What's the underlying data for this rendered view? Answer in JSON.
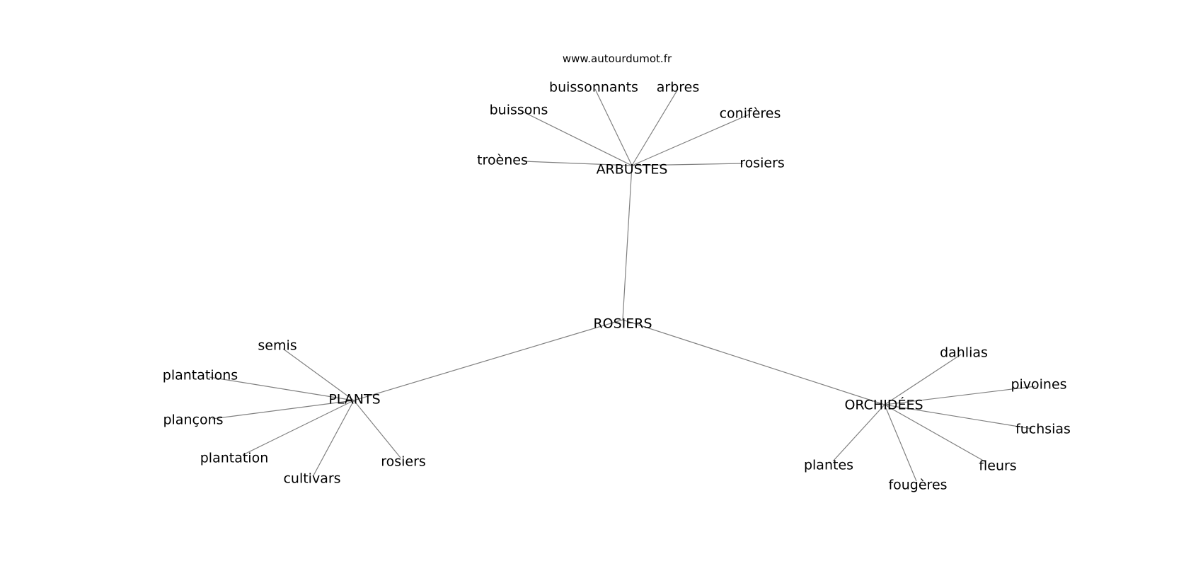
{
  "website": "www.autourdumot.fr",
  "center": {
    "id": "rosiers_center",
    "label": "ROSIERS"
  },
  "groups": [
    {
      "id": "arbustes",
      "label": "ARBUSTES",
      "terms": [
        {
          "id": "buissonnants",
          "label": "buissonnants"
        },
        {
          "id": "arbres",
          "label": "arbres"
        },
        {
          "id": "buissons",
          "label": "buissons"
        },
        {
          "id": "coniferes",
          "label": "conifères"
        },
        {
          "id": "troenes",
          "label": "troènes"
        },
        {
          "id": "rosiers_arbustes",
          "label": "rosiers"
        }
      ]
    },
    {
      "id": "plants",
      "label": "PLANTS",
      "terms": [
        {
          "id": "semis",
          "label": "semis"
        },
        {
          "id": "plantations",
          "label": "plantations"
        },
        {
          "id": "plancons",
          "label": "plançons"
        },
        {
          "id": "plantation",
          "label": "plantation"
        },
        {
          "id": "cultivars",
          "label": "cultivars"
        },
        {
          "id": "rosiers_plants",
          "label": "rosiers"
        }
      ]
    },
    {
      "id": "orchidees",
      "label": "ORCHIDÉES",
      "terms": [
        {
          "id": "dahlias",
          "label": "dahlias"
        },
        {
          "id": "pivoines",
          "label": "pivoines"
        },
        {
          "id": "fuchsias",
          "label": "fuchsias"
        },
        {
          "id": "plantes",
          "label": "plantes"
        },
        {
          "id": "fleurs",
          "label": "fleurs"
        },
        {
          "id": "fougeres",
          "label": "fougères"
        }
      ]
    }
  ]
}
